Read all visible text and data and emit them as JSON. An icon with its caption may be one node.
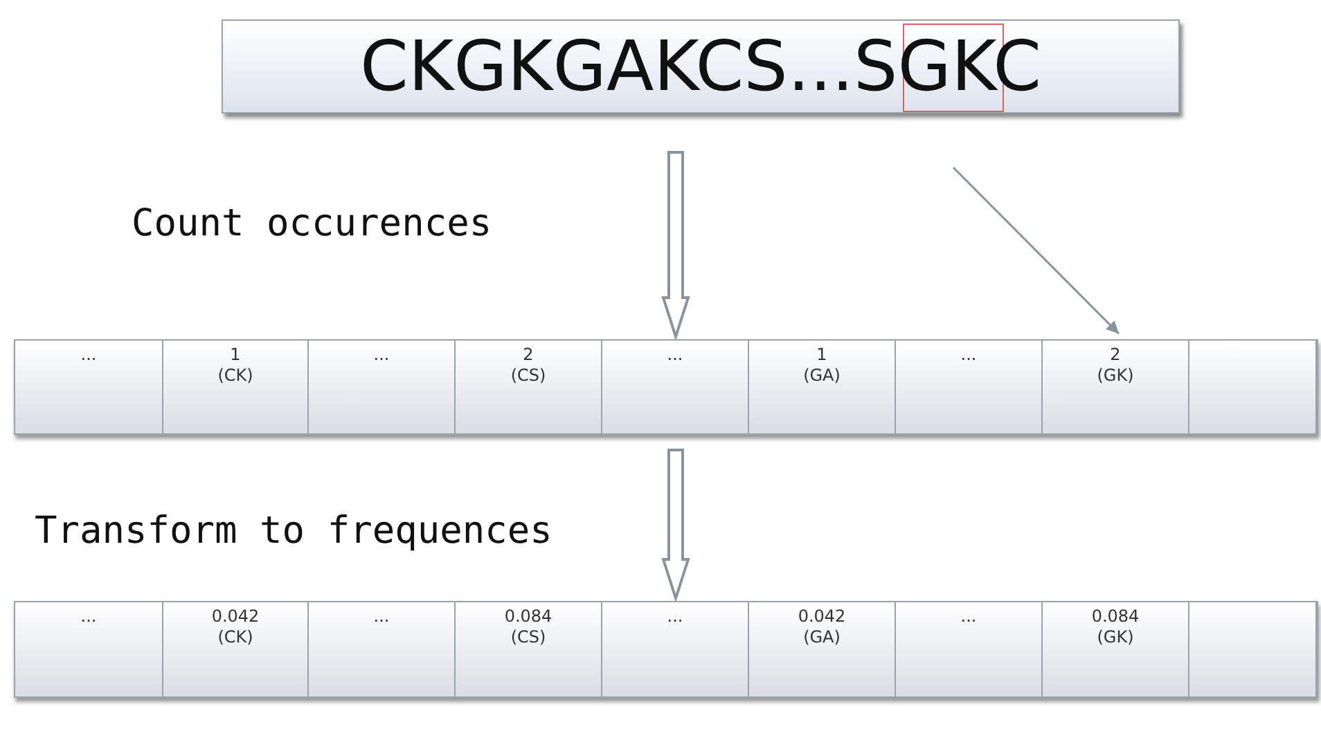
{
  "diagram": {
    "nodes": [
      {
        "text": [
          "CKGKGAKCS...SGKC"
        ]
      },
      {
        "text": [],
        "shape": "box",
        "in": 0
      },
      {
        "text": [],
        "shape": "bar"
      },
      {
        "text": [
          "..."
        ],
        "in": 2
      },
      {
        "text": [
          "1",
          "(CK)"
        ],
        "in": 2
      },
      {
        "text": [
          "..."
        ],
        "in": 2
      },
      {
        "text": [
          "2",
          "(CS)"
        ],
        "in": 2
      },
      {
        "text": [
          "..."
        ],
        "in": 2
      },
      {
        "text": [
          "1",
          "(GA)"
        ],
        "in": 2
      },
      {
        "text": [
          "..."
        ],
        "in": 2
      },
      {
        "text": [
          "2",
          "(GK)"
        ],
        "in": 2
      },
      {
        "text": [],
        "shape": "box",
        "in": 2
      },
      {
        "text": [],
        "shape": "bar"
      },
      {
        "text": [
          "..."
        ],
        "in": 12
      },
      {
        "text": [
          "0.042",
          "(CK)"
        ],
        "in": 12
      },
      {
        "text": [
          "..."
        ],
        "in": 12
      },
      {
        "text": [
          "0.084",
          "(CS)"
        ],
        "in": 12
      },
      {
        "text": [
          "..."
        ],
        "in": 12
      },
      {
        "text": [
          "0.042",
          "(GA)"
        ],
        "in": 12
      },
      {
        "text": [
          "..."
        ],
        "in": 12
      },
      {
        "text": [
          "0.084",
          "(GK)"
        ],
        "in": 12
      },
      {
        "text": [],
        "shape": "box",
        "in": 12
      }
    ],
    "edges": [
      {
        "from": 0,
        "to": 7,
        "arrow": "to",
        "style": "thick"
      },
      {
        "from": 1,
        "to": 10,
        "arrow": "to"
      },
      {
        "from": 7,
        "to": 17,
        "arrow": "to",
        "style": "thick"
      }
    ],
    "labels": [
      "Count occurences",
      "Transform to frequences"
    ]
  }
}
